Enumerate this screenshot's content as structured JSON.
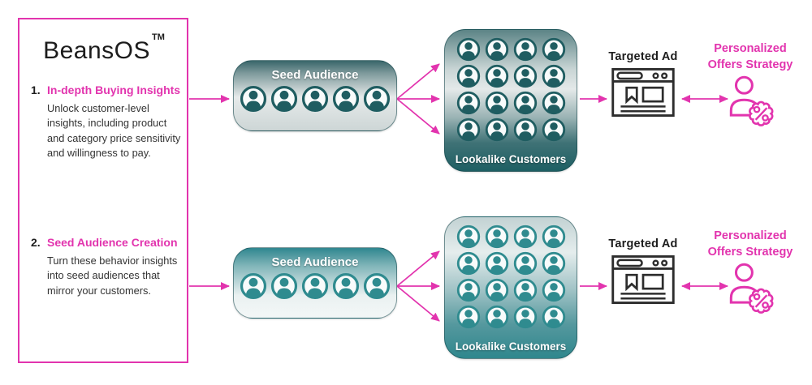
{
  "colors": {
    "accent_magenta": "#E234AE",
    "teal_dark": "#1F5D61",
    "teal_bright": "#2F8B8F",
    "ink": "#242424"
  },
  "panel": {
    "title": "BeansOS",
    "trademark": "TM",
    "items": [
      {
        "number": "1.",
        "title": "In-depth Buying Insights",
        "description": "Unlock customer-level insights, including product and category price sensitivity and willingness to pay."
      },
      {
        "number": "2.",
        "title": "Seed Audience Creation",
        "description": "Turn these behavior insights into seed audiences that mirror your customers."
      }
    ]
  },
  "rows": [
    {
      "seed_label": "Seed Audience",
      "seed_icon_count": 5,
      "lookalike_label": "Lookalike Customers",
      "lookalike_icon_count": 16,
      "ad_label": "Targeted Ad",
      "offers_label_line1": "Personalized",
      "offers_label_line2": "Offers Strategy"
    },
    {
      "seed_label": "Seed Audience",
      "seed_icon_count": 5,
      "lookalike_label": "Lookalike Customers",
      "lookalike_icon_count": 16,
      "ad_label": "Targeted Ad",
      "offers_label_line1": "Personalized",
      "offers_label_line2": "Offers Strategy"
    }
  ]
}
